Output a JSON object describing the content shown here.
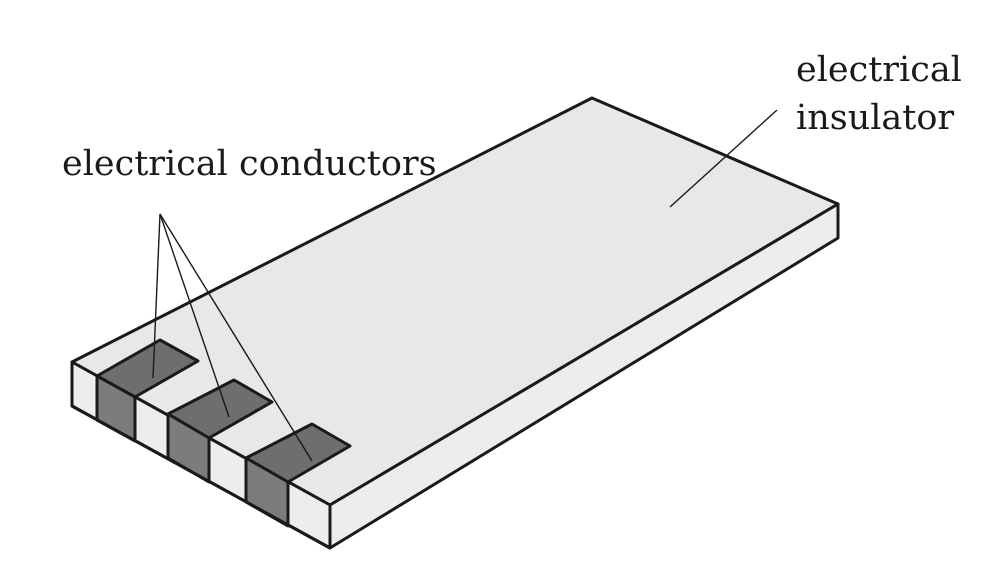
{
  "labels": {
    "conductors": "electrical conductors",
    "insulator_line1": "electrical",
    "insulator_line2": "insulator"
  },
  "colors": {
    "insulator_top": "#e7e8ea",
    "insulator_side": "#ededef",
    "conductor_top": "#6e6e70",
    "conductor_front": "#7c7c7e",
    "outline": "#1a1a1a"
  }
}
